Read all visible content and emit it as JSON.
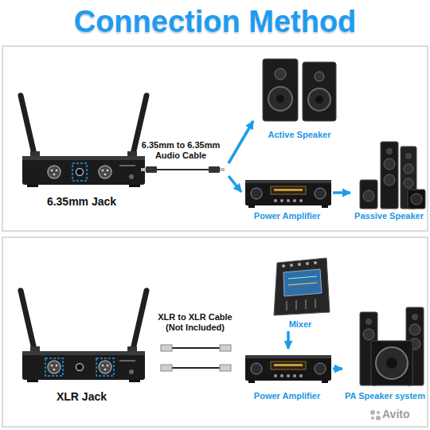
{
  "diagram": {
    "title": "Connection Method",
    "nodes": [
      {
        "text": [
          "6.35mm Jack"
        ]
      },
      {
        "text": [
          "Active Speaker"
        ]
      },
      {
        "text": [
          "Power Amplifier"
        ]
      },
      {
        "text": [
          "Passive Speaker"
        ]
      },
      {
        "text": [
          "XLR Jack"
        ]
      },
      {
        "text": [
          "Mixer"
        ]
      },
      {
        "text": [
          "Power Amplifier"
        ]
      },
      {
        "text": [
          "PA Speaker system"
        ]
      }
    ],
    "edges": [
      {
        "from": 0,
        "to": 1,
        "arrow": "to"
      },
      {
        "from": 0,
        "to": 2,
        "arrow": "to"
      },
      {
        "from": 2,
        "to": 3,
        "arrow": "to"
      },
      {
        "from": 5,
        "to": 6,
        "arrow": "to"
      },
      {
        "from": 6,
        "to": 7,
        "arrow": "to"
      }
    ],
    "labels": [
      "6.35mm to 6.35mm Audio Cable",
      "XLR to XLR Cable (Not Included)",
      "Avito"
    ]
  }
}
